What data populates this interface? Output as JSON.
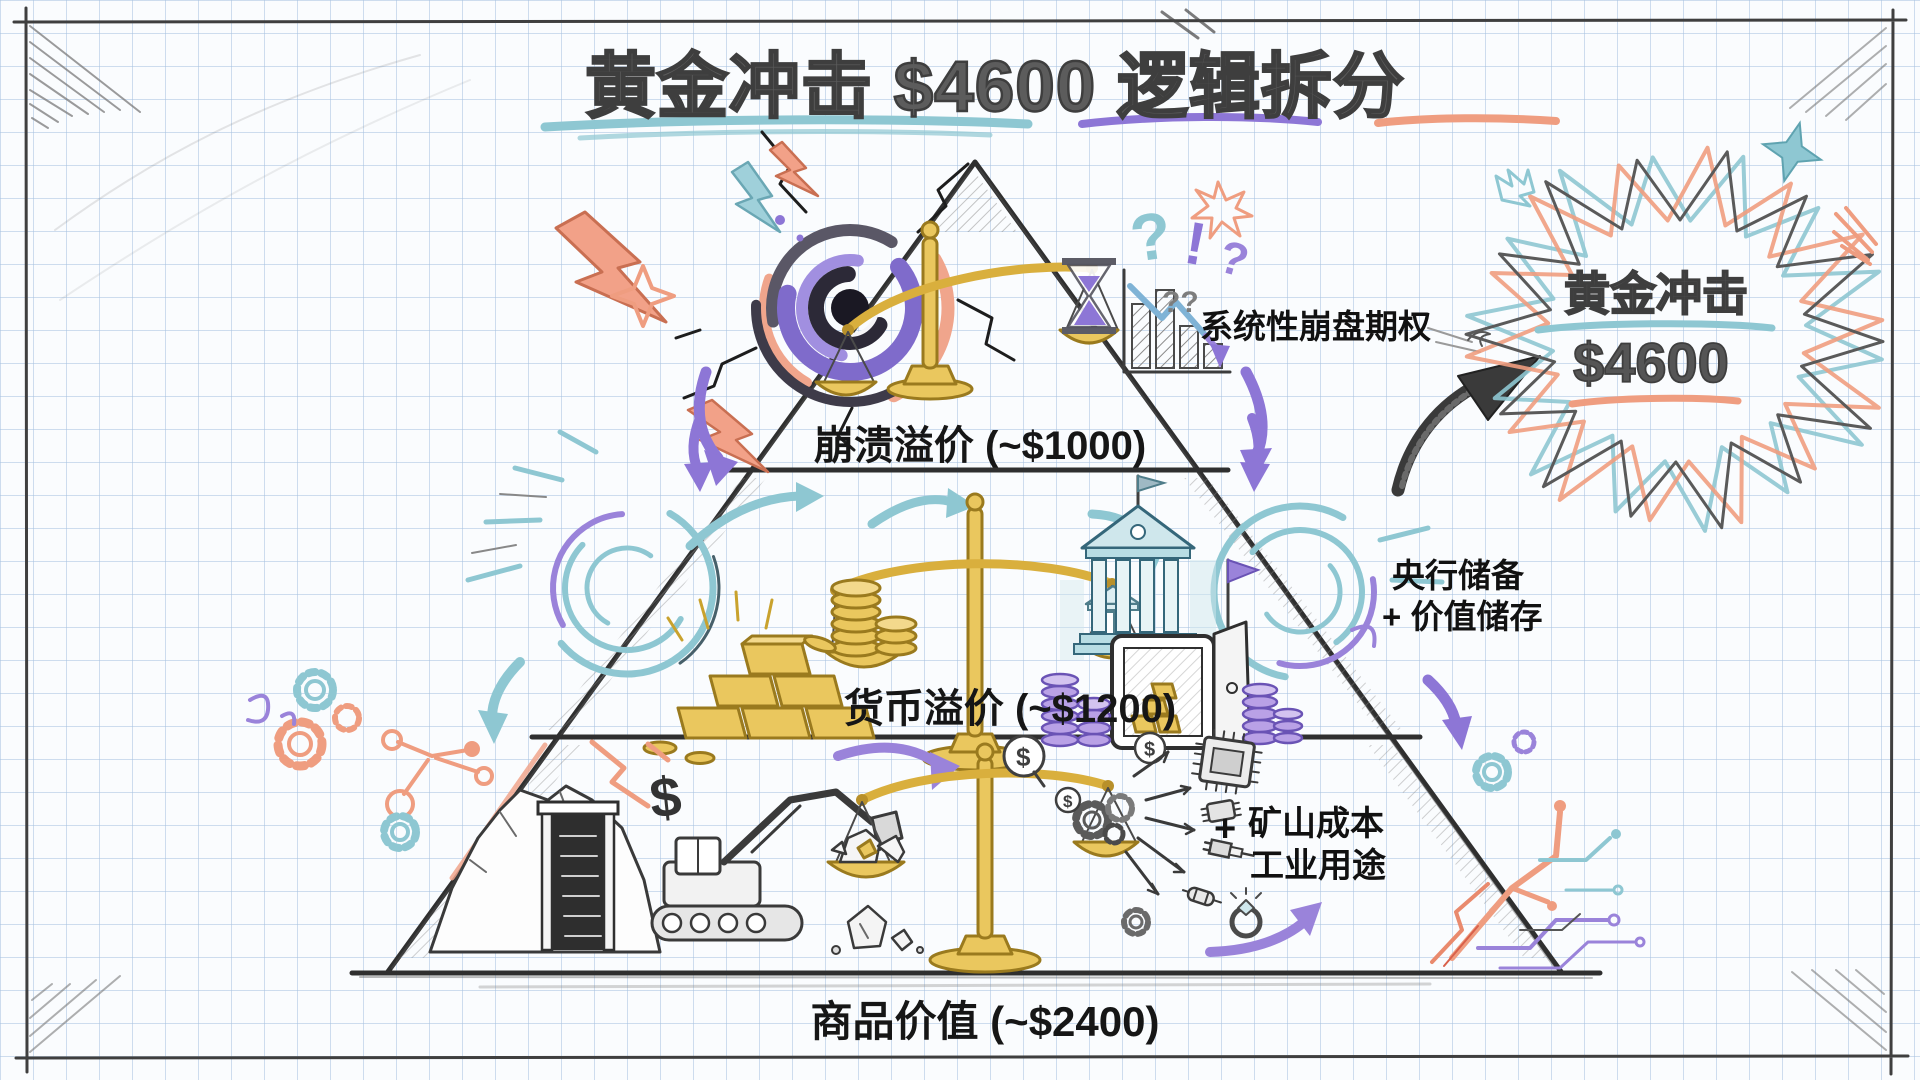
{
  "colors": {
    "grid_blue": "#ccdcee",
    "pencil": "#3f3f3f",
    "teal": "#8ec7d2",
    "purple": "#8d76d6",
    "purple_dark": "#6a53b5",
    "orange": "#ef9d80",
    "gold": "#e3bb4f",
    "blue_line": "#7fb3d6",
    "bank_teal": "#cfe7ec",
    "ink": "#1a1a1a"
  },
  "title": {
    "text": "黄金冲击 $4600 逻辑拆分"
  },
  "pyramid": {
    "tiers": [
      {
        "label": "崩溃溢价 (~$1000)"
      },
      {
        "label": "货币溢价 (~$1200)"
      },
      {
        "label": "商品价值 (~$2400)"
      }
    ]
  },
  "annotations": {
    "tier1_right": "系统性崩盘期权",
    "tier2_right_line1": "央行储备",
    "tier2_right_line2": "+ 价值储存",
    "tier3_right_plus": "+",
    "tier3_right_line1": "矿山成本",
    "tier3_right_line2": "工业用途"
  },
  "burst": {
    "line1": "黄金冲击",
    "line2": "$4600"
  },
  "symbols": {
    "question_teal": "?",
    "exclaim_purple": "!",
    "question_purple": "?",
    "question_gray": "??",
    "dollar": "$"
  }
}
